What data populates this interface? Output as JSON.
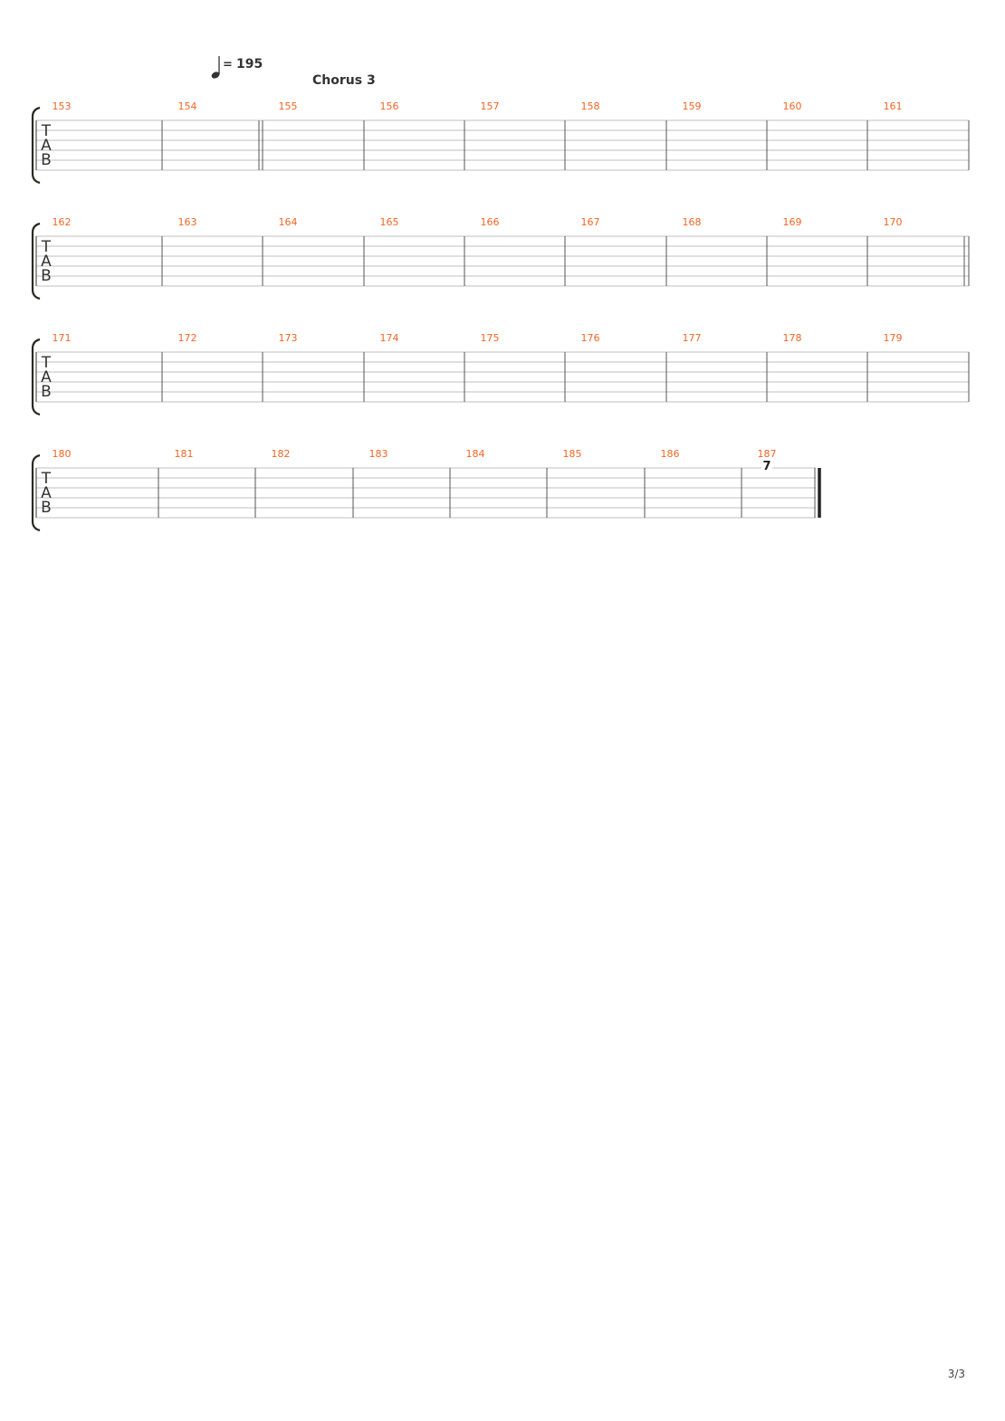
{
  "tempo": {
    "value": "195",
    "equals": "="
  },
  "section_marker": "Chorus 3",
  "clef_letters": [
    "T",
    "A",
    "B"
  ],
  "systems": [
    {
      "bars": [
        "153",
        "154",
        "155",
        "156",
        "157",
        "158",
        "159",
        "160",
        "161"
      ],
      "double_bar_before": "155",
      "end": "single"
    },
    {
      "bars": [
        "162",
        "163",
        "164",
        "165",
        "166",
        "167",
        "168",
        "169",
        "170"
      ],
      "end": "double"
    },
    {
      "bars": [
        "171",
        "172",
        "173",
        "174",
        "175",
        "176",
        "177",
        "178",
        "179"
      ],
      "end": "single"
    },
    {
      "bars": [
        "180",
        "181",
        "182",
        "183",
        "184",
        "185",
        "186",
        "187"
      ],
      "end": "final",
      "notes": [
        {
          "bar": "187",
          "fret": "7",
          "string": 1
        }
      ]
    }
  ],
  "page_number": "3/3",
  "colors": {
    "bar_number": "#f26522",
    "staff_line": "#bfbfbf",
    "barline": "#555555",
    "bracket": "#2a2a20"
  }
}
